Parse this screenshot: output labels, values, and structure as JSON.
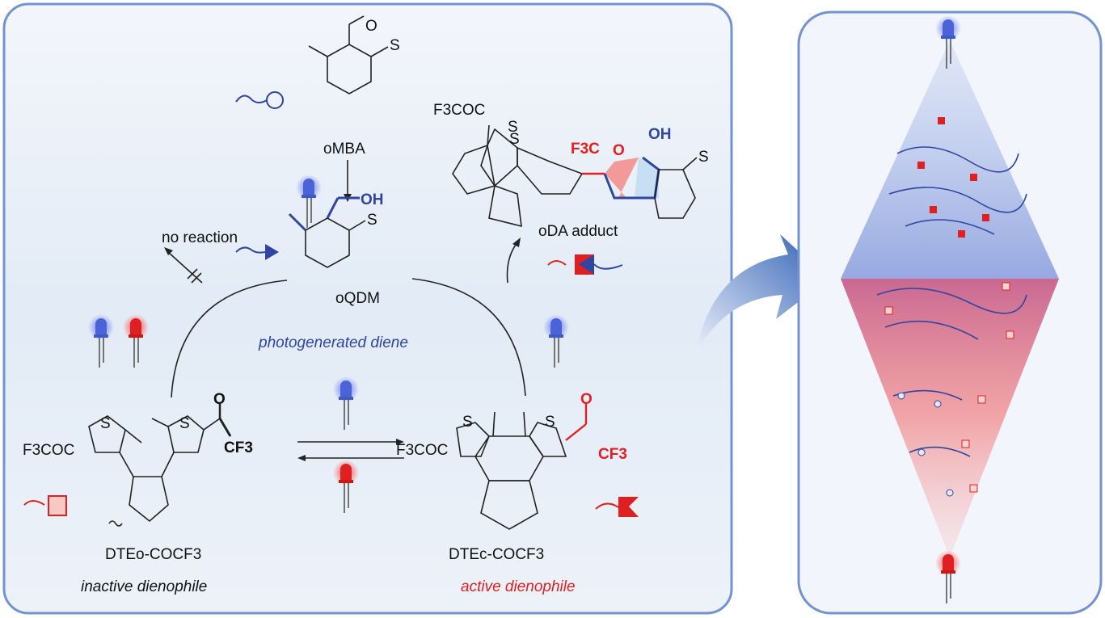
{
  "labels": {
    "omba": "oMBA",
    "no_reaction": "no reaction",
    "oqdm": "oQDM",
    "photogenerated_diene": "photogenerated diene",
    "oda_adduct": "oDA adduct",
    "dte_open": "DTEo-COCF3",
    "inactive_dienophile": "inactive dienophile",
    "dte_closed": "DTEc-COCF3",
    "active_dienophile": "active dienophile",
    "f3coc": "F3COC",
    "cf3": "CF3",
    "f3c": "F3C",
    "oh": "OH",
    "s": "S",
    "o": "O"
  },
  "colors": {
    "blue_accent": "#2f45a0",
    "red_accent": "#e02020",
    "panel_border": "#7393d0",
    "pink_fill": "#f29a9a",
    "light_blue_fill": "#c6dff2"
  },
  "icons": [
    "blue-led-icon",
    "red-led-icon",
    "polymer-circle-icon",
    "polymer-triangle-icon",
    "polymer-square-icon",
    "polymer-bowtie-icon",
    "curved-arrow-icon"
  ]
}
